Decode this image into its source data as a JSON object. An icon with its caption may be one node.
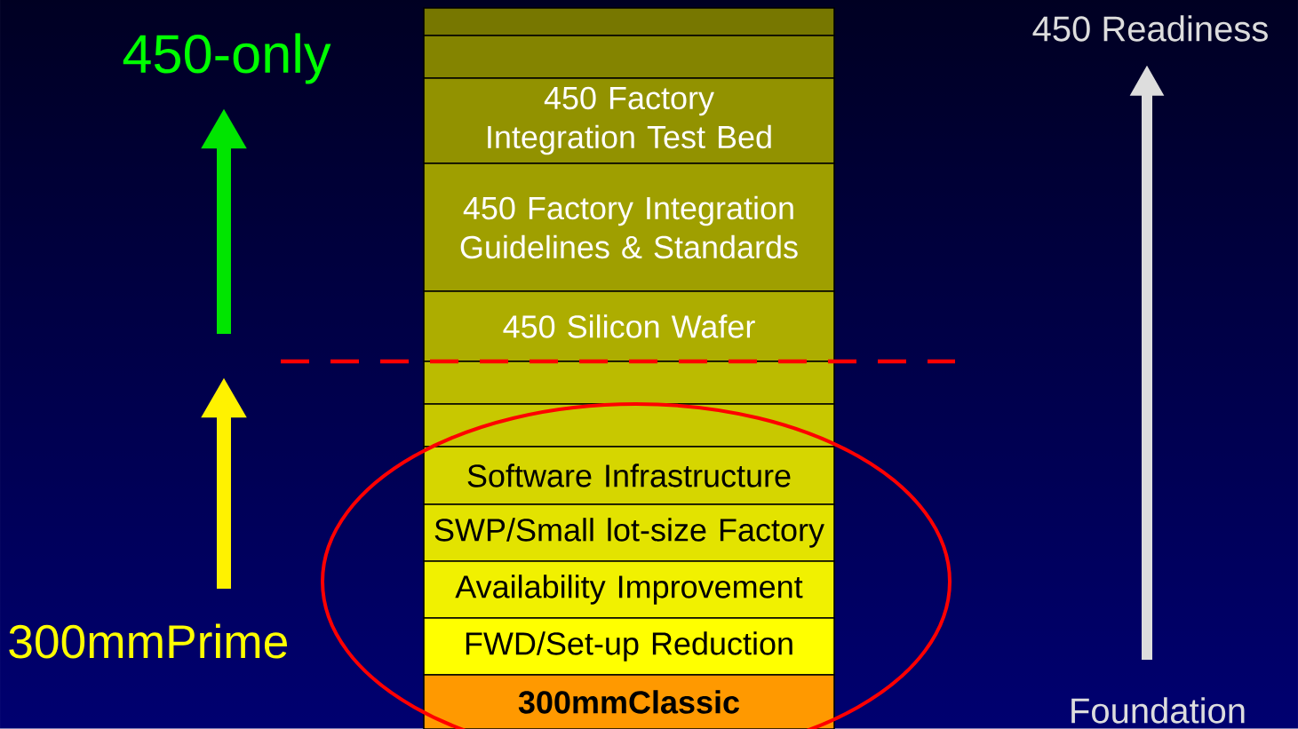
{
  "diagram": {
    "nodes": [
      {
        "text": [],
        "shape": "box"
      },
      {
        "text": [],
        "shape": "box"
      },
      {
        "text": [
          "450 Factory Integration Test Bed"
        ]
      },
      {
        "text": [
          "450 Factory Integration Guidelines & Standards"
        ]
      },
      {
        "text": [
          "450 Silicon Wafer"
        ]
      },
      {
        "text": [],
        "shape": "box"
      },
      {
        "text": [],
        "shape": "box"
      },
      {
        "text": [
          "Software Infrastructure"
        ]
      },
      {
        "text": [
          "SWP/Small lot-size Factory"
        ]
      },
      {
        "text": [
          "Availability Improvement"
        ]
      },
      {
        "text": [
          "FWD/Set-up Reduction"
        ]
      },
      {
        "text": [
          "300mmClassic"
        ]
      }
    ],
    "labels": [
      "450-only",
      "450 Readiness",
      "300mmPrime",
      "Foundation"
    ]
  }
}
